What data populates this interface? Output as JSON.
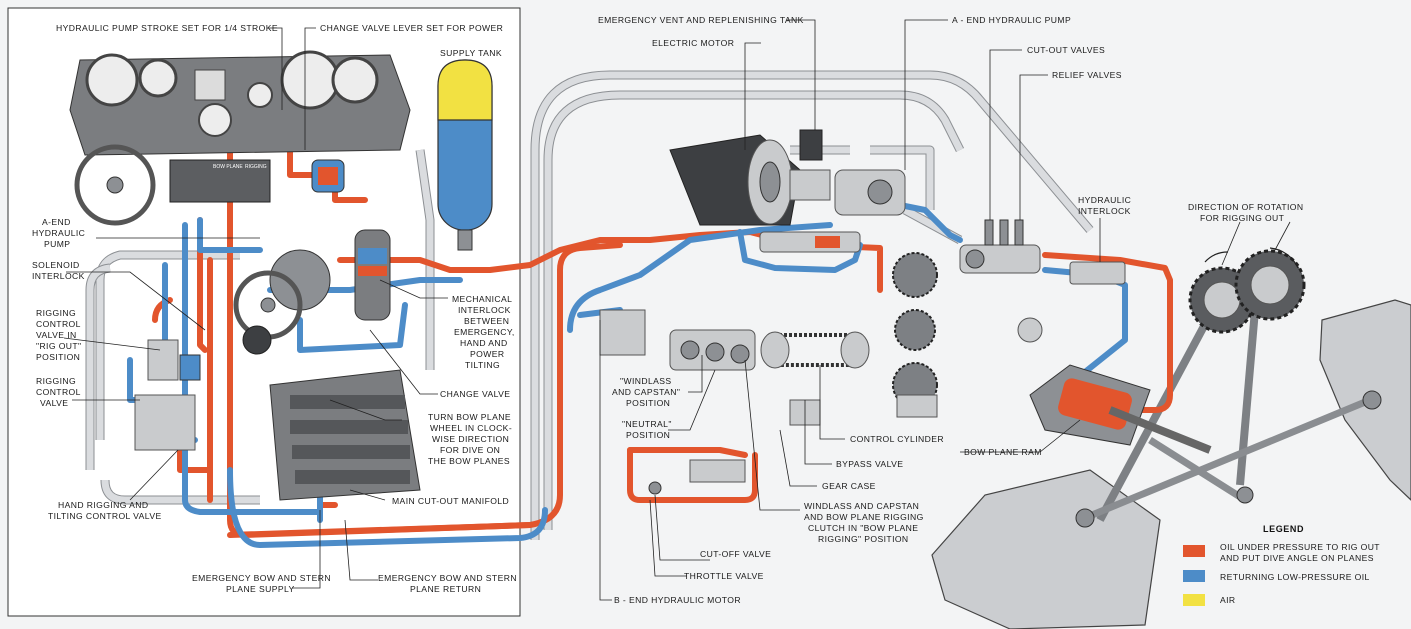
{
  "labels": {
    "pump_stroke": "HYDRAULIC PUMP STROKE SET FOR 1/4 STROKE",
    "change_valve_lever": "CHANGE VALVE LEVER SET FOR POWER",
    "supply_tank": "SUPPLY TANK",
    "a_end_pump_left_1": "A-END",
    "a_end_pump_left_2": "HYDRAULIC",
    "a_end_pump_left_3": "PUMP",
    "solenoid_1": "SOLENOID",
    "solenoid_2": "INTERLOCK",
    "rigging_valve_1": "RIGGING",
    "rigging_valve_2": "CONTROL",
    "rigging_valve_3": "VALVE IN",
    "rigging_valve_4": "\"RIG OUT\"",
    "rigging_valve_5": "POSITION",
    "rigging_ctrl_1": "RIGGING",
    "rigging_ctrl_2": "CONTROL",
    "rigging_ctrl_3": "VALVE",
    "mech_interlock_1": "MECHANICAL",
    "mech_interlock_2": "INTERLOCK",
    "mech_interlock_3": "BETWEEN",
    "mech_interlock_4": "EMERGENCY,",
    "mech_interlock_5": "HAND AND",
    "mech_interlock_6": "POWER",
    "mech_interlock_7": "TILTING",
    "change_valve": "CHANGE VALVE",
    "turn_bow_1": "TURN BOW PLANE",
    "turn_bow_2": "WHEEL IN CLOCK-",
    "turn_bow_3": "WISE DIRECTION",
    "turn_bow_4": "FOR DIVE ON",
    "turn_bow_5": "THE BOW PLANES",
    "main_cutout": "MAIN CUT-OUT MANIFOLD",
    "hand_rigging_1": "HAND RIGGING AND",
    "hand_rigging_2": "TILTING CONTROL VALVE",
    "emerg_supply_1": "EMERGENCY BOW AND STERN",
    "emerg_supply_2": "PLANE SUPPLY",
    "emerg_return_1": "EMERGENCY BOW AND STERN",
    "emerg_return_2": "PLANE RETURN",
    "emerg_vent": "EMERGENCY VENT AND REPLENISHING TANK",
    "electric_motor": "ELECTRIC MOTOR",
    "a_end_pump_top": "A - END HYDRAULIC PUMP",
    "cutout_valves": "CUT-OUT VALVES",
    "relief_valves": "RELIEF VALVES",
    "hyd_interlock_1": "HYDRAULIC",
    "hyd_interlock_2": "INTERLOCK",
    "direction_1": "DIRECTION OF ROTATION",
    "direction_2": "FOR RIGGING OUT",
    "windlass_pos_1": "\"WINDLASS",
    "windlass_pos_2": "AND CAPSTAN\"",
    "windlass_pos_3": "POSITION",
    "neutral_1": "\"NEUTRAL\"",
    "neutral_2": "POSITION",
    "control_cylinder": "CONTROL CYLINDER",
    "bypass_valve": "BYPASS VALVE",
    "gear_case": "GEAR CASE",
    "bow_plane_ram": "BOW PLANE RAM",
    "clutch_1": "WINDLASS AND CAPSTAN",
    "clutch_2": "AND BOW PLANE RIGGING",
    "clutch_3": "CLUTCH IN \"BOW PLANE",
    "clutch_4": "RIGGING\" POSITION",
    "cutoff_valve": "CUT-OFF VALVE",
    "throttle_valve": "THROTTLE VALVE",
    "b_end_motor": "B - END HYDRAULIC MOTOR",
    "panel_sign_1": "BOW PLANE",
    "panel_sign_2": "RIGGING"
  },
  "legend": {
    "title": "LEGEND",
    "items": [
      {
        "color": "#e2552d",
        "line1": "OIL UNDER PRESSURE TO RIG OUT",
        "line2": "AND PUT DIVE ANGLE ON PLANES"
      },
      {
        "color": "#4d8cc8",
        "line1": "RETURNING LOW-PRESSURE OIL",
        "line2": ""
      },
      {
        "color": "#f2e142",
        "line1": "AIR",
        "line2": ""
      }
    ]
  },
  "colors": {
    "pressure_oil": "#e2552d",
    "return_oil": "#4d8cc8",
    "air": "#f2e142",
    "pipe_neutral": "#dadcdf",
    "plane": "#cbcdd0"
  }
}
